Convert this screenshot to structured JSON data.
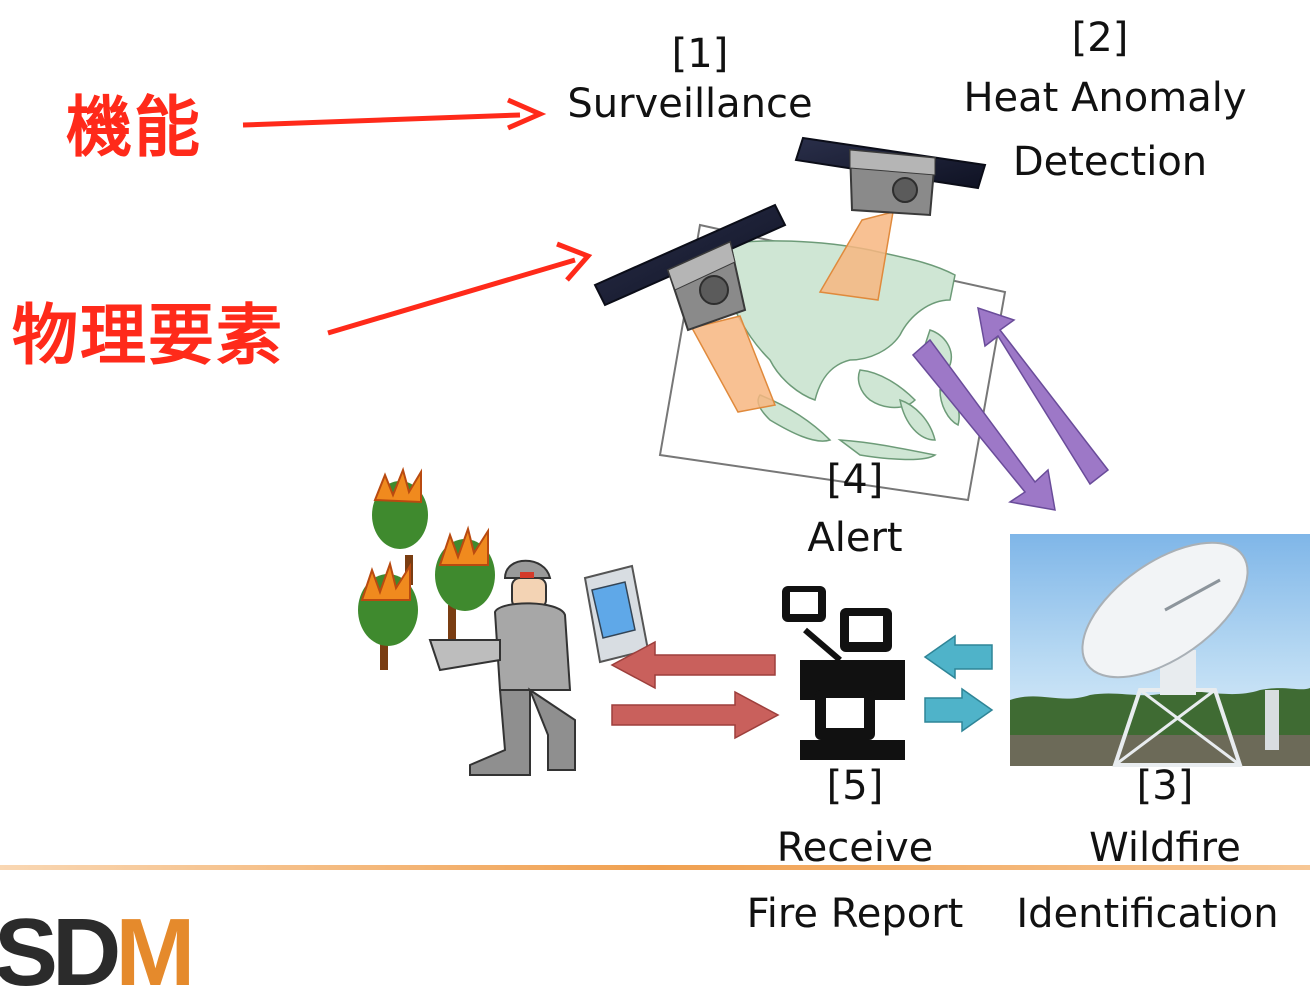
{
  "annotations": {
    "function_label": "機能",
    "physical_label": "物理要素"
  },
  "nodes": {
    "n1": {
      "num": "[1]",
      "name": "Surveillance"
    },
    "n2": {
      "num": "[2]",
      "name1": "Heat Anomaly",
      "name2": "Detection"
    },
    "n3": {
      "num": "[3]",
      "name1": "Wildfire",
      "name2": "Identification"
    },
    "n4": {
      "num": "[4]",
      "name": "Alert"
    },
    "n5": {
      "num": "[5]",
      "name1": "Receive",
      "name2": "Fire Report"
    }
  },
  "logo": {
    "text_main": "SD",
    "text_accent": "M"
  },
  "colors": {
    "annotation_red": "#ff2a1a",
    "purple_arrow": "#9d78c7",
    "red_arrow": "#c9605c",
    "teal_arrow": "#4fb3c9",
    "beam_orange": "#f7b680",
    "footer_line": "#f0a050"
  }
}
